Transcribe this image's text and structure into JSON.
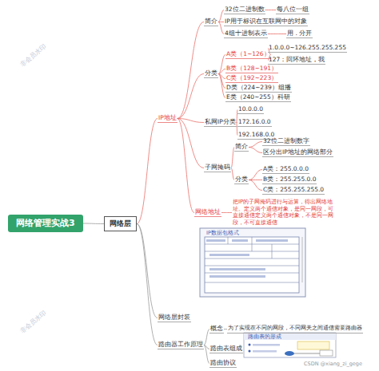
{
  "diagram": {
    "nodes": [
      {
        "text": [
          "网络管理实战3"
        ]
      },
      {
        "text": [
          "网络层"
        ]
      },
      {
        "text": [
          "IP地址"
        ]
      },
      {
        "text": [
          "简介"
        ]
      },
      {
        "text": [
          "32位二进制数"
        ]
      },
      {
        "text": [
          "每八位一组"
        ]
      },
      {
        "text": [
          "IP用于标识在互联网中的对象"
        ]
      },
      {
        "text": [
          "4组十进制表示"
        ]
      },
      {
        "text": [
          "用 . 分开"
        ]
      },
      {
        "text": [
          "分类"
        ]
      },
      {
        "text": [
          "A类（1~126）"
        ]
      },
      {
        "text": [
          "1.0.0.0~126.255.255.255"
        ]
      },
      {
        "text": [
          "127：回环地址，我"
        ]
      },
      {
        "text": [
          "B类（128~191）"
        ]
      },
      {
        "text": [
          "C类（192~223）"
        ]
      },
      {
        "text": [
          "D类（224~239）组播"
        ]
      },
      {
        "text": [
          "E类（240~255）科研"
        ]
      },
      {
        "text": [
          "私网IP分类"
        ]
      },
      {
        "text": [
          "10.0.0.0"
        ]
      },
      {
        "text": [
          "172.16.0.0"
        ]
      },
      {
        "text": [
          "192.168.0.0"
        ]
      },
      {
        "text": [
          "子网掩码"
        ]
      },
      {
        "text": [
          "简介"
        ]
      },
      {
        "text": [
          "32位二进制数字"
        ]
      },
      {
        "text": [
          "区分出IP地址的网络部分"
        ]
      },
      {
        "text": [
          "分类"
        ]
      },
      {
        "text": [
          "A类：255.0.0.0"
        ]
      },
      {
        "text": [
          "B类：255.255.0.0"
        ]
      },
      {
        "text": [
          "C类：255.255.255.0"
        ]
      },
      {
        "text": [
          "网络地址"
        ]
      },
      {
        "text": [
          "把IP的子网掩码进行与运算，得出网络地址。定义两个通信对象，是同一网段，可直接通信定义两个通信对象，不是同一网段，不可直接通信"
        ]
      },
      {
        "text": [
          "网络层封装"
        ]
      },
      {
        "text": [
          "路由器工作原理"
        ]
      },
      {
        "text": [
          "概念"
        ]
      },
      {
        "text": [
          "为了实现在不同的网段，不同网关之间通信需要路由器"
        ]
      },
      {
        "text": [
          "路由表组成"
        ]
      },
      {
        "text": [
          "路由协议"
        ]
      }
    ],
    "edges": [
      {
        "from": 0,
        "to": 1,
        "arrow": "none"
      },
      {
        "from": 1,
        "to": 2,
        "arrow": "none"
      },
      {
        "from": 2,
        "to": 3,
        "arrow": "none"
      },
      {
        "from": 3,
        "to": 4,
        "arrow": "none"
      },
      {
        "from": 4,
        "to": 5,
        "arrow": "none"
      },
      {
        "from": 3,
        "to": 6,
        "arrow": "none"
      },
      {
        "from": 3,
        "to": 7,
        "arrow": "none"
      },
      {
        "from": 7,
        "to": 8,
        "arrow": "none"
      },
      {
        "from": 2,
        "to": 9,
        "arrow": "none"
      },
      {
        "from": 9,
        "to": 10,
        "arrow": "none"
      },
      {
        "from": 10,
        "to": 11,
        "arrow": "none"
      },
      {
        "from": 10,
        "to": 12,
        "arrow": "none"
      },
      {
        "from": 9,
        "to": 13,
        "arrow": "none"
      },
      {
        "from": 9,
        "to": 14,
        "arrow": "none"
      },
      {
        "from": 9,
        "to": 15,
        "arrow": "none"
      },
      {
        "from": 9,
        "to": 16,
        "arrow": "none"
      },
      {
        "from": 2,
        "to": 17,
        "arrow": "none"
      },
      {
        "from": 17,
        "to": 18,
        "arrow": "none"
      },
      {
        "from": 17,
        "to": 19,
        "arrow": "none"
      },
      {
        "from": 17,
        "to": 20,
        "arrow": "none"
      },
      {
        "from": 2,
        "to": 21,
        "arrow": "none"
      },
      {
        "from": 21,
        "to": 22,
        "arrow": "none"
      },
      {
        "from": 22,
        "to": 23,
        "arrow": "none"
      },
      {
        "from": 22,
        "to": 24,
        "arrow": "none"
      },
      {
        "from": 21,
        "to": 25,
        "arrow": "none"
      },
      {
        "from": 25,
        "to": 26,
        "arrow": "none"
      },
      {
        "from": 25,
        "to": 27,
        "arrow": "none"
      },
      {
        "from": 25,
        "to": 28,
        "arrow": "none"
      },
      {
        "from": 2,
        "to": 29,
        "arrow": "none"
      },
      {
        "from": 29,
        "to": 30,
        "arrow": "none"
      },
      {
        "from": 1,
        "to": 31,
        "arrow": "none"
      },
      {
        "from": 1,
        "to": 32,
        "arrow": "none"
      },
      {
        "from": 32,
        "to": 33,
        "arrow": "none"
      },
      {
        "from": 33,
        "to": 34,
        "arrow": "none"
      },
      {
        "from": 32,
        "to": 35,
        "arrow": "none"
      },
      {
        "from": 32,
        "to": 36,
        "arrow": "none"
      }
    ],
    "labels": [
      "IP数据包格式",
      "路由表的形成",
      "非会员水印",
      "非会员水印",
      "CSDN @xiang_zi_gege"
    ]
  }
}
